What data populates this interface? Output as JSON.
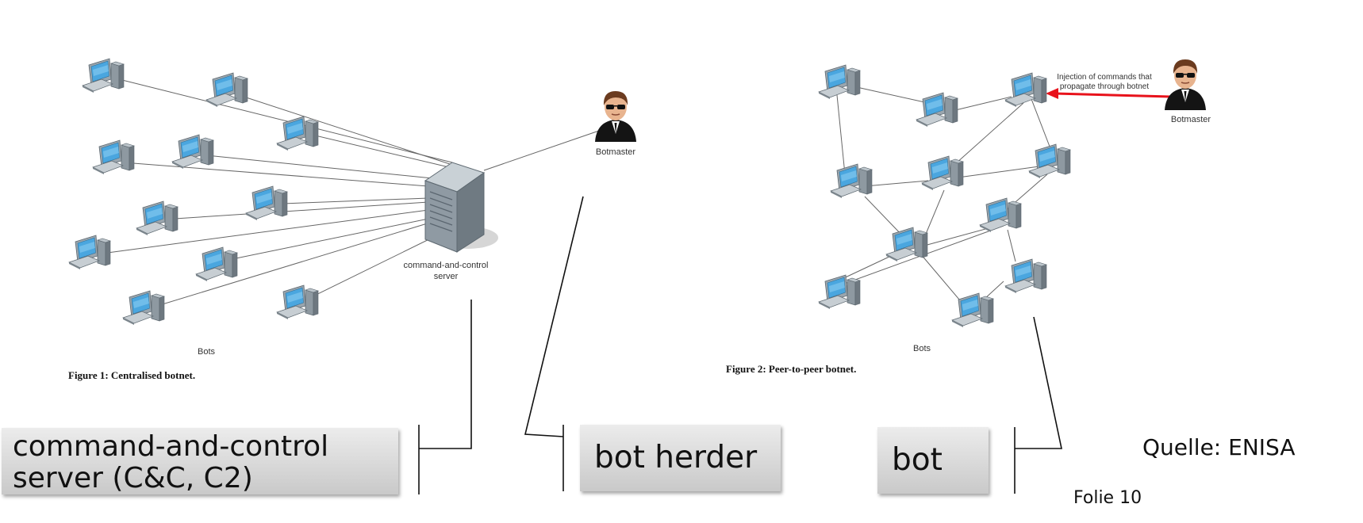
{
  "figure1": {
    "caption": "Figure 1: Centralised botnet.",
    "server_label_line1": "command-and-control",
    "server_label_line2": "server",
    "botmaster_label": "Botmaster",
    "bots_label": "Bots"
  },
  "figure2": {
    "caption": "Figure 2: Peer-to-peer botnet.",
    "injection_label_line1": "Injection of commands that",
    "injection_label_line2": "propagate through botnet",
    "botmaster_label": "Botmaster",
    "bots_label": "Bots",
    "arrow_color": "#e8121b"
  },
  "annotations": {
    "cc_line1": "command-and-control",
    "cc_line2": "server (C&C, C2)",
    "bot_herder": "bot herder",
    "bot": "bot"
  },
  "footer": {
    "source": "Quelle: ENISA",
    "slide": "Folie 10"
  },
  "icons": [
    "computer-icon",
    "server-icon",
    "botmaster-icon"
  ]
}
